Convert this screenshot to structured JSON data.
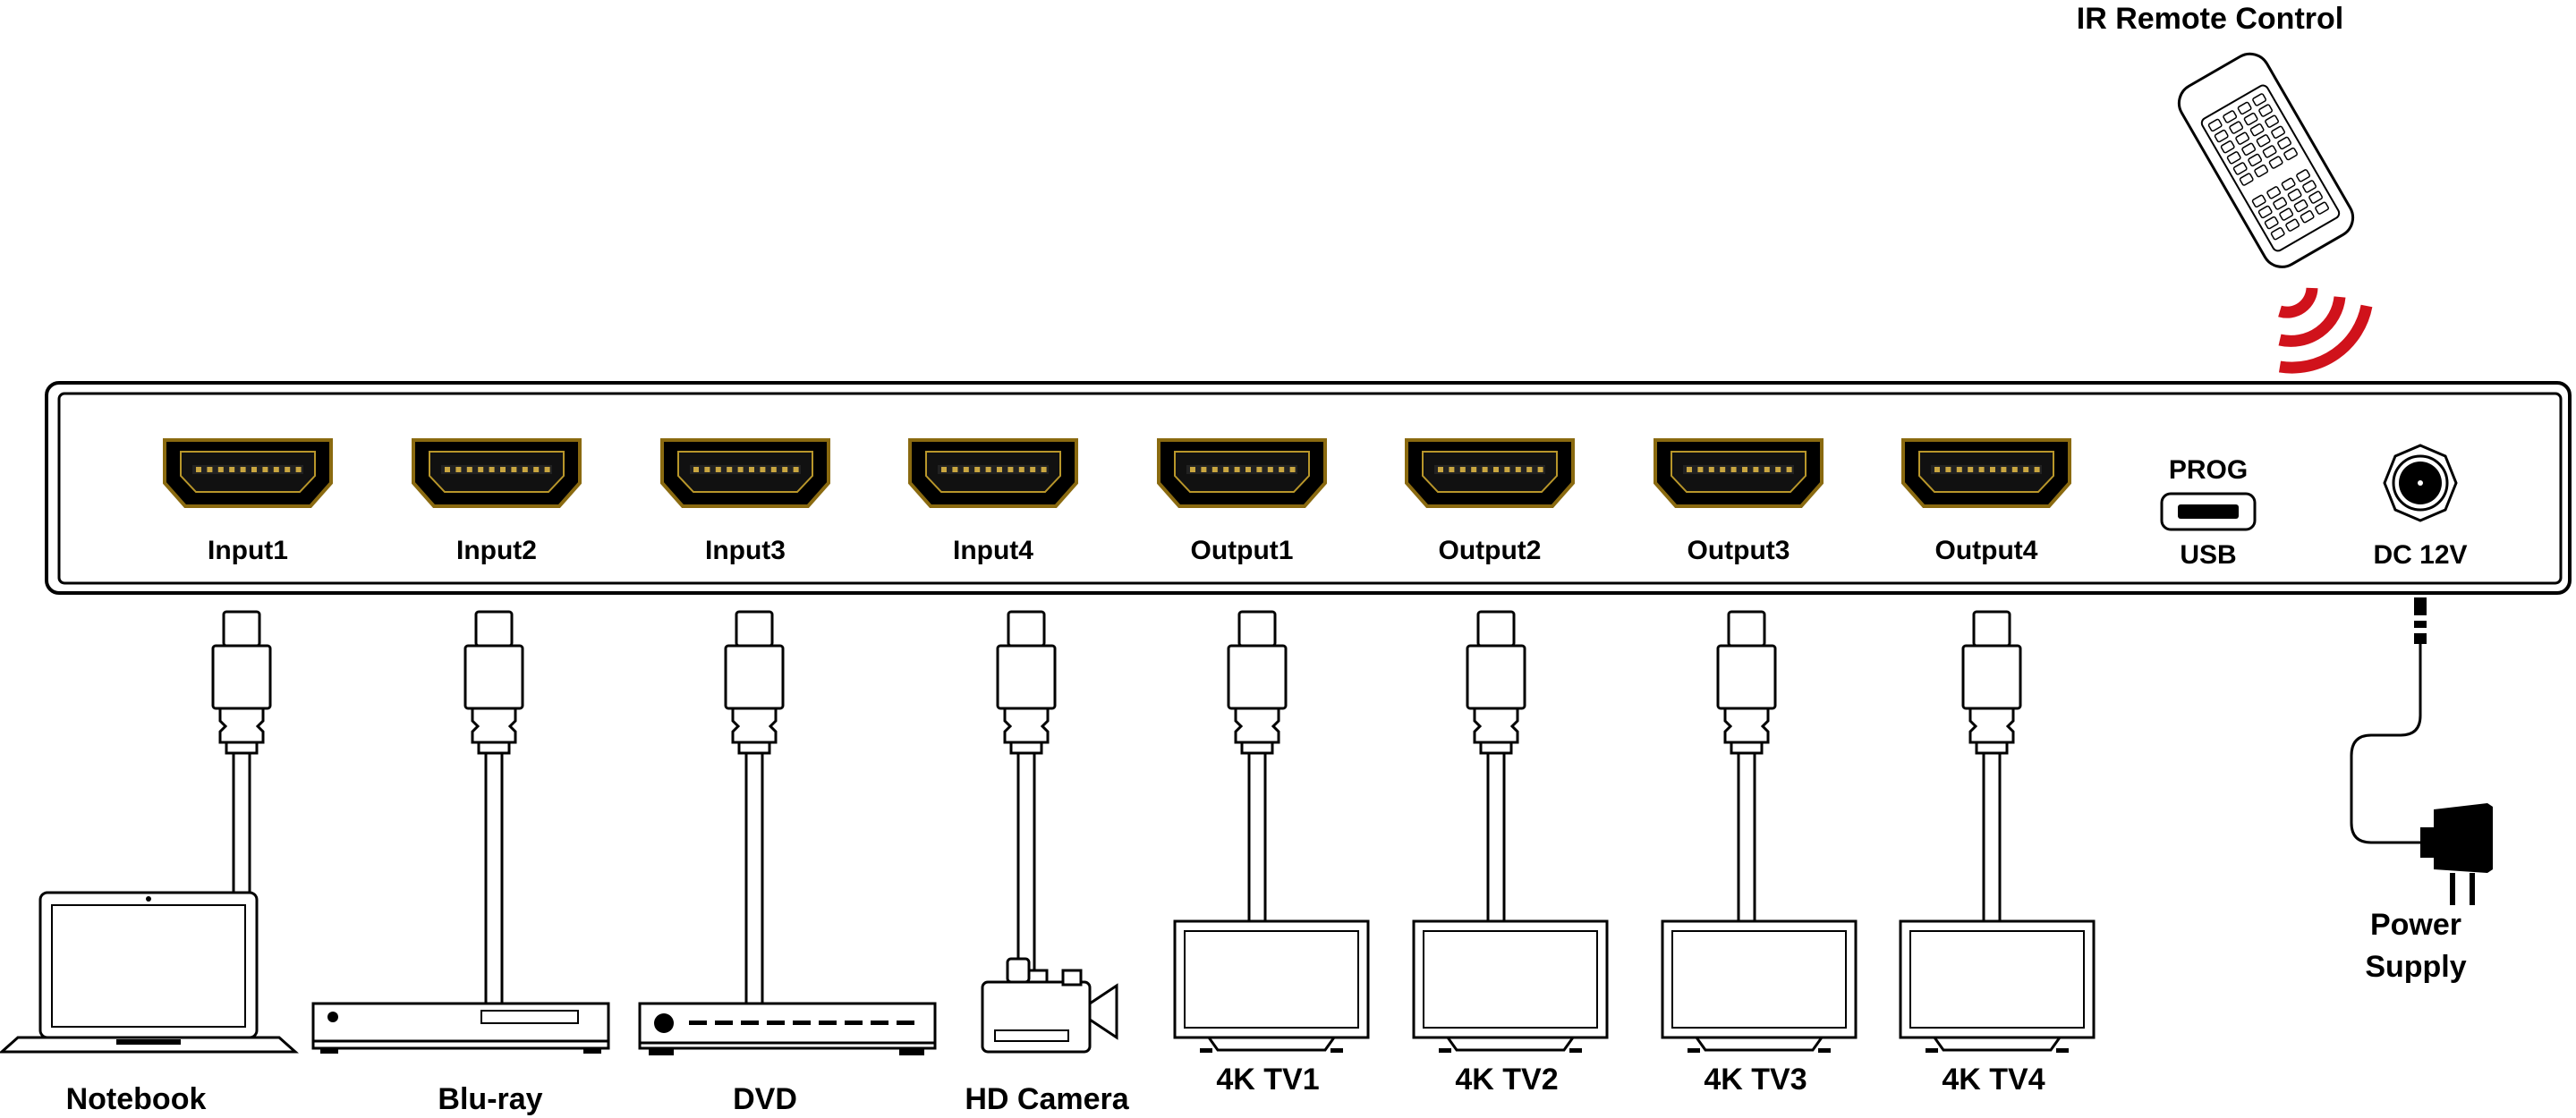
{
  "remote": {
    "label": "IR Remote Control",
    "ir_color": "#d0121b"
  },
  "ports": [
    {
      "label": "Input1"
    },
    {
      "label": "Input2"
    },
    {
      "label": "Input3"
    },
    {
      "label": "Input4"
    },
    {
      "label": "Output1"
    },
    {
      "label": "Output2"
    },
    {
      "label": "Output3"
    },
    {
      "label": "Output4"
    }
  ],
  "usb": {
    "top_label": "PROG",
    "bottom_label": "USB"
  },
  "power_port": {
    "label": "DC 12V"
  },
  "sources": [
    {
      "label": "Notebook",
      "icon": "laptop-icon"
    },
    {
      "label": "Blu-ray",
      "icon": "bluray-player-icon"
    },
    {
      "label": "DVD",
      "icon": "dvd-player-icon"
    },
    {
      "label": "HD Camera",
      "icon": "video-camera-icon"
    }
  ],
  "displays": [
    {
      "label": "4K TV1",
      "icon": "tv-icon"
    },
    {
      "label": "4K TV2",
      "icon": "tv-icon"
    },
    {
      "label": "4K TV3",
      "icon": "tv-icon"
    },
    {
      "label": "4K TV4",
      "icon": "tv-icon"
    }
  ],
  "power_supply": {
    "line1": "Power",
    "line2": "Supply",
    "icon": "power-adapter-icon"
  }
}
